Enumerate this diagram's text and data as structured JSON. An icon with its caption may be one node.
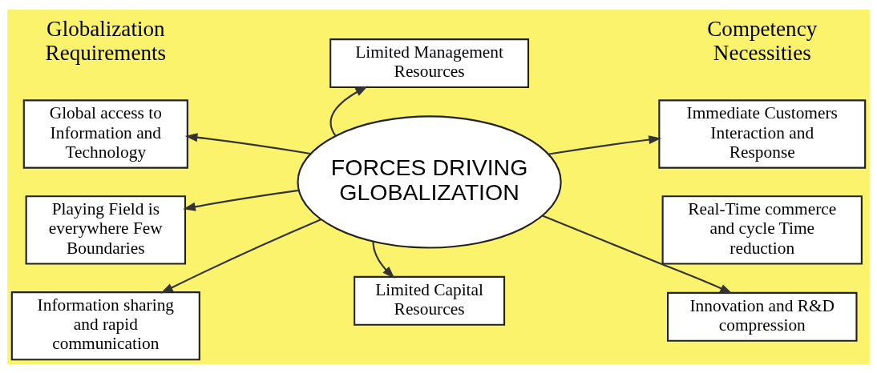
{
  "diagram": {
    "nodes": [
      {
        "text": [
          "Global access to Information and Technology"
        ]
      },
      {
        "text": [
          "Limited Management Resources"
        ]
      },
      {
        "text": [
          "Immediate Customers Interaction and Response"
        ]
      },
      {
        "text": [
          "FORCES DRIVING GLOBALIZATION"
        ]
      },
      {
        "text": [
          "Playing Field is everywhere Few Boundaries"
        ]
      },
      {
        "text": [
          "Real-Time commerce and cycle Time reduction"
        ]
      },
      {
        "text": [
          "Information sharing and rapid communication"
        ]
      },
      {
        "text": [
          "Limited Capital Resources"
        ]
      },
      {
        "text": [
          "Innovation and R&D compression"
        ]
      }
    ],
    "edges": [
      {
        "from": 3,
        "to": 0,
        "arrow": "to"
      },
      {
        "from": 3,
        "to": 1,
        "arrow": "to"
      },
      {
        "from": 3,
        "to": 2,
        "arrow": "to"
      },
      {
        "from": 3,
        "to": 4,
        "arrow": "to"
      },
      {
        "from": 3,
        "to": 6,
        "arrow": "to"
      },
      {
        "from": 3,
        "to": 7,
        "arrow": "to"
      },
      {
        "from": 3,
        "to": 8,
        "arrow": "to"
      }
    ],
    "labels": [
      "Globalization Requirements",
      "Competency Necessities"
    ]
  }
}
